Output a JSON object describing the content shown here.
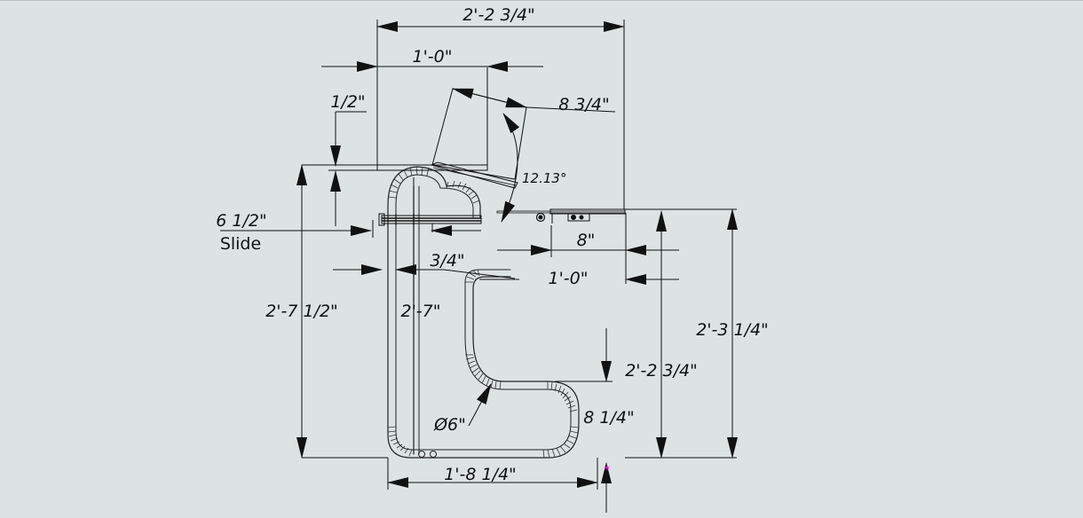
{
  "drawing": {
    "background": "#dde3e3",
    "line_color": "#111111",
    "marker_color": "#ff00ff"
  },
  "dimensions": {
    "overall_top_width": "2'-2 3/4\"",
    "seat_width": "1'-0\"",
    "seat_offset": "1/2\"",
    "tilted_back_length": "8 3/4\"",
    "tilt_angle": "12.13°",
    "slide_length": "6 1/2\"",
    "slide_label": "Slide",
    "frame_offset": "3/4\"",
    "side_rail_length": "8\"",
    "side_rail_reach": "1'-0\"",
    "overall_height": "2'-7 1/2\"",
    "inner_height": "2'-7\"",
    "right_height": "2'-3 1/4\"",
    "step_height": "2'-2 3/4\"",
    "tube_diameter": "Ø6\"",
    "bend_height": "8 1/4\"",
    "base_width": "1'-8 1/4\""
  }
}
